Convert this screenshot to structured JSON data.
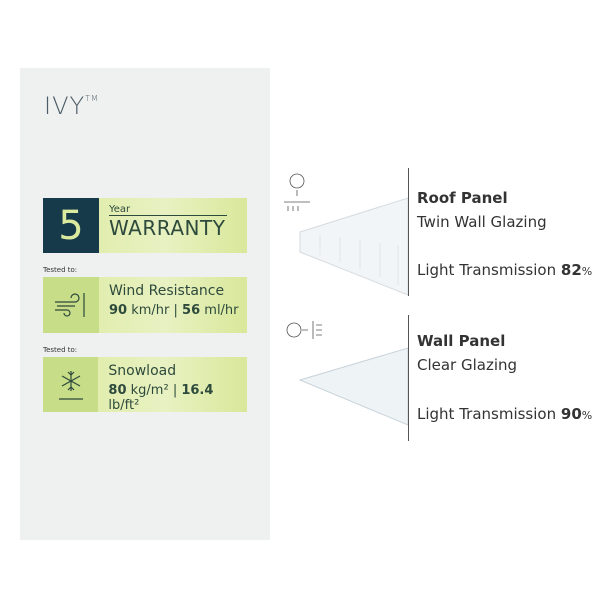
{
  "brand": {
    "name": "IVY",
    "tm": "TM"
  },
  "warranty": {
    "number": "5",
    "year": "Year",
    "label": "WARRANTY"
  },
  "wind": {
    "tested": "Tested to:",
    "title": "Wind Resistance",
    "v1": "90",
    "u1": "km/hr",
    "v2": "56",
    "u2": "ml/hr"
  },
  "snow": {
    "tested": "Tested to:",
    "title": "Snowload",
    "v1": "80",
    "u1": "kg/m²",
    "v2": "16.4",
    "u2": "lb/ft²"
  },
  "roof": {
    "title": "Roof Panel",
    "subtitle": "Twin Wall Glazing",
    "lt_label": "Light Transmission",
    "lt_value": "82",
    "pct": "%"
  },
  "wall": {
    "title": "Wall Panel",
    "subtitle": "Clear Glazing",
    "lt_label": "Light Transmission",
    "lt_value": "90",
    "pct": "%"
  }
}
